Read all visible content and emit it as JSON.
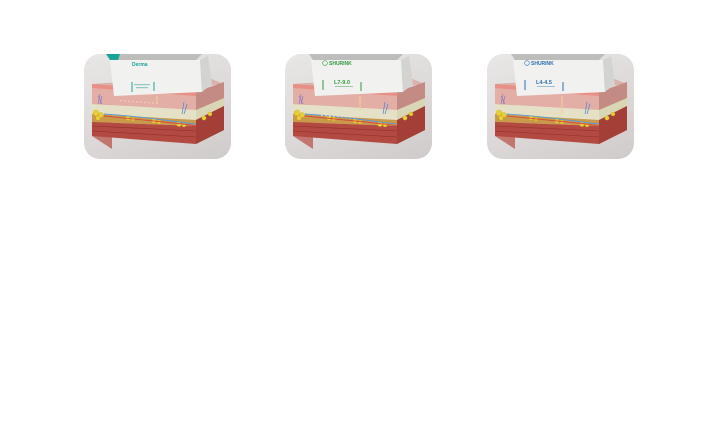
{
  "cartridges": [
    {
      "brand": "Derma",
      "model": "",
      "accent_color": "#1aa39a",
      "focal_line_color": "#f3c9a0"
    },
    {
      "brand": "SHURINK",
      "model": "L7-9.0",
      "accent_color": "#2e9a3e",
      "focal_line_color": "#f3c9a0"
    },
    {
      "brand": "SHURINK",
      "model": "L4-4.5",
      "accent_color": "#2d6fb3",
      "focal_line_color": "#f3c9a0"
    }
  ],
  "colors": {
    "background": "#ffffff",
    "card_bg": "#dcd9d8",
    "epidermis": "#e39a93",
    "dermis": "#e2b1aa",
    "fat_layer": "#e3e0c2",
    "fat_cells": "#e8cf3a",
    "muscle": "#b4473f",
    "cartridge_body": "#f1f1ef",
    "cartridge_top": "#bdbdbb"
  }
}
